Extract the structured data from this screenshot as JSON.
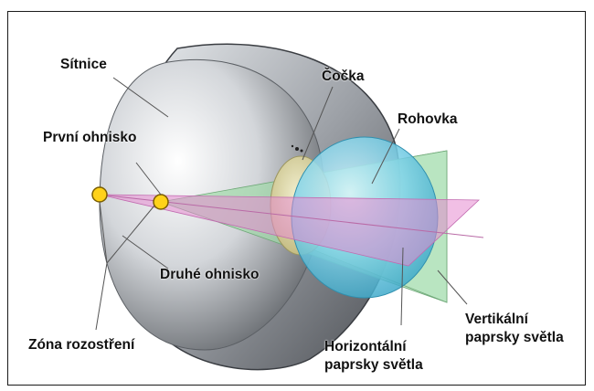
{
  "labels": {
    "sitnice": "Sítnice",
    "prvni_ohnisko": "První ohnisko",
    "cocka": "Čočka",
    "rohovka": "Rohovka",
    "druhe_ohnisko": "Druhé ohnisko",
    "zona_rozostreni": "Zóna rozostření",
    "horizontalni_line1": "Horizontální",
    "horizontalni_line2": "paprsky světla",
    "vertikalni_line1": "Vertikální",
    "vertikalni_line2": "paprsky světla"
  },
  "colors": {
    "vertical_plane": "#9fd8a8",
    "horizontal_plane": "#e58ad0",
    "cornea": "#5ec9e2",
    "lens": "#d9d39a",
    "focal_point": "#ffd21a"
  }
}
